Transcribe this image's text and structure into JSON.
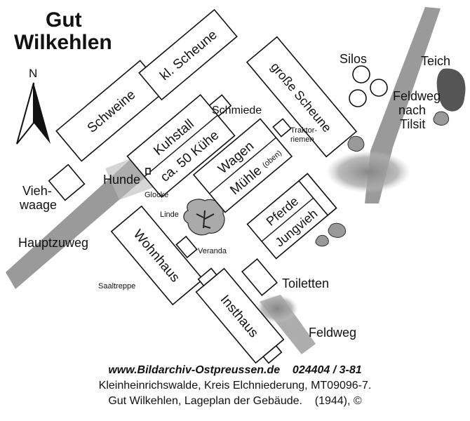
{
  "title": [
    "Gut",
    "Wilkehlen"
  ],
  "north_label": "N",
  "buildings": {
    "schweine": "Schweine",
    "kl_scheune": "kl. Scheune",
    "kuhstall": "Kuhstall",
    "kuehe": "ca. 50 Kühe",
    "schmiede": "Schmiede",
    "wagen": "Wagen",
    "muehle": "Mühle",
    "muehle_note": "(oben)",
    "traktor": [
      "Traktor-",
      "riemen"
    ],
    "grosse_scheune": "große Scheune",
    "pferde": "Pferde",
    "jungvieh": "Jungvieh",
    "wohnhaus": "Wohnhaus",
    "veranda": "Veranda",
    "saaltreppe": "Saaltreppe",
    "insthaus": "Insthaus",
    "toiletten": "Toiletten",
    "viehwaage": [
      "Vieh-",
      "waage"
    ]
  },
  "labels": {
    "hunde": "Hunde",
    "glocke": "Glocke",
    "linde": "Linde",
    "hauptzuweg": "Hauptzuweg",
    "silos": "Silos",
    "teich": "Teich",
    "feldweg_tilsit": [
      "Feldweg",
      "nach",
      "Tilsit"
    ],
    "feldweg": "Feldweg"
  },
  "caption": {
    "line1": "www.Bildarchiv-Ostpreussen.de    024404 / 3-81",
    "line2": "Kleinheinrichswalde, Kreis Elchniederung, MT09096-7.",
    "line3": "Gut Wilkehlen, Lageplan der Gebäude.    (1944), ©"
  }
}
